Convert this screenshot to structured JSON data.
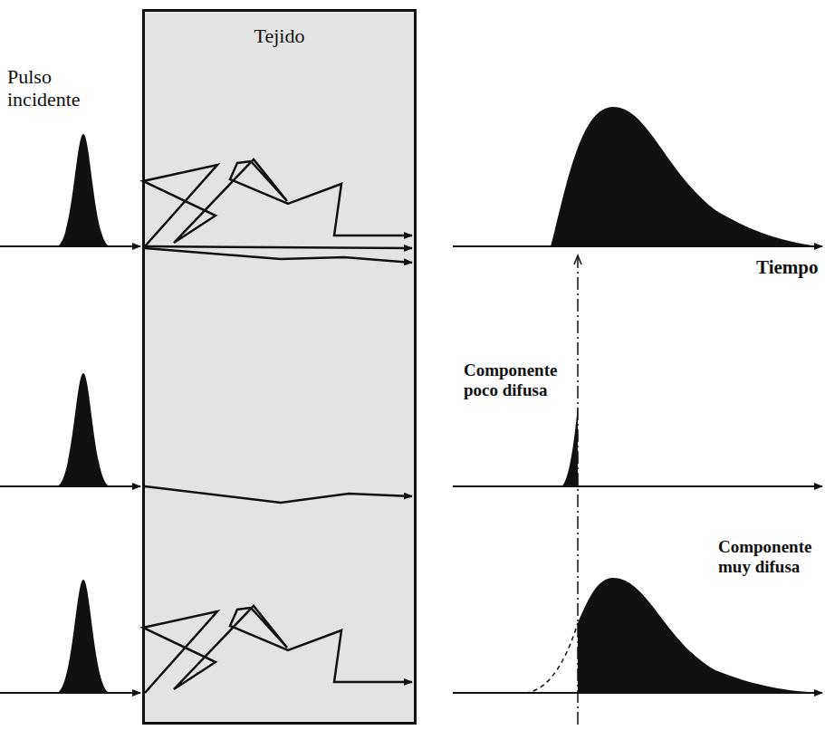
{
  "diagram": {
    "nodes": [
      {
        "text": [
          "Tejido"
        ]
      }
    ],
    "labels": [
      "Pulso incidente",
      "Tiempo",
      "Componente poco difusa",
      "Componente muy difusa"
    ]
  }
}
